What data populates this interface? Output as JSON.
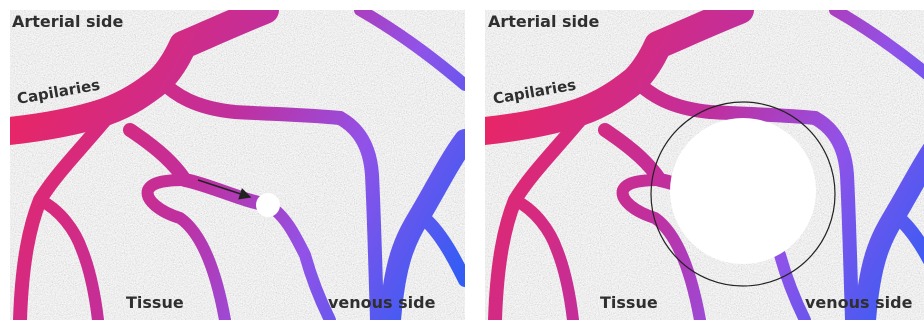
{
  "panels": [
    {
      "labels": {
        "arterial": "Arterial side",
        "capillaries": "Capilaries",
        "tissue": "Tissue",
        "venous": "venous side"
      }
    },
    {
      "labels": {
        "arterial": "Arterial side",
        "capillaries": "Capilaries",
        "tissue": "Tissue",
        "venous": "venous side"
      }
    }
  ],
  "colors": {
    "arterial": "#f0245a",
    "mid": "#a84be0",
    "venous": "#2f5df5",
    "tissue_bg": "#9c9c9c",
    "label": "#2f2f2f",
    "particle": "#ffffff"
  }
}
